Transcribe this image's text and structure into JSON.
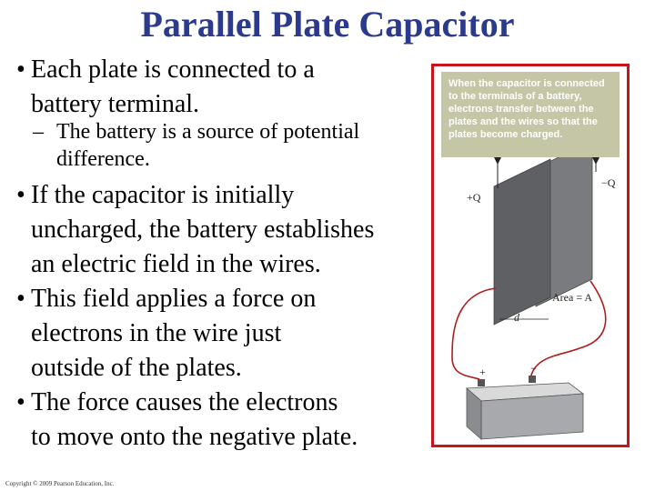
{
  "title": "Parallel Plate Capacitor",
  "bullets": [
    {
      "text_lines": [
        "Each plate is connected to a",
        "battery terminal."
      ]
    },
    {
      "sub": true,
      "text_lines": [
        "The battery is a source of potential",
        "difference."
      ]
    },
    {
      "text_lines": [
        "If the capacitor is initially",
        "uncharged, the battery establishes",
        "an electric field in the wires."
      ]
    },
    {
      "text_lines": [
        "This field applies a force on",
        "electrons in the wire just",
        "outside of the plates."
      ]
    },
    {
      "text_lines": [
        "The force causes the electrons",
        "to move onto the negative plate."
      ]
    }
  ],
  "figure": {
    "caption": "When the capacitor is connected to the terminals of a battery, electrons transfer between the plates and the wires so that the plates become charged.",
    "label_plus_q": "+Q",
    "label_minus_q": "−Q",
    "label_area": "Area = A",
    "label_d": "d",
    "label_plus_terminal": "+",
    "label_minus_terminal": "−",
    "colors": {
      "border": "#c4161c",
      "caption_bg": "#c4c6a5",
      "wire": "#b01e1e",
      "plate": "#6f7073"
    }
  },
  "copyright": "Copyright © 2009 Pearson Education, Inc."
}
